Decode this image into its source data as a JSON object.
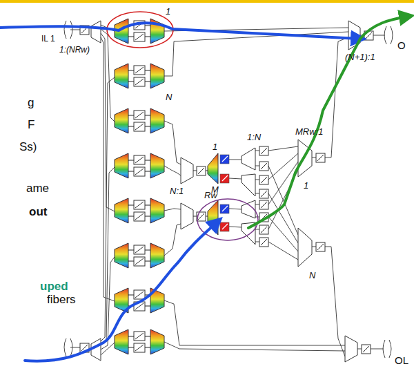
{
  "diagram": {
    "labels": [
      "IL 1",
      "1:(NRw)",
      "1",
      "N",
      "N:1",
      "1",
      "M",
      "1:N",
      "MRw:1",
      "1",
      "Rw",
      "N",
      "(N+1):1",
      "O",
      "OL",
      "g",
      "F",
      "Ss)",
      "ame",
      "out",
      "uped",
      "fibers"
    ]
  }
}
